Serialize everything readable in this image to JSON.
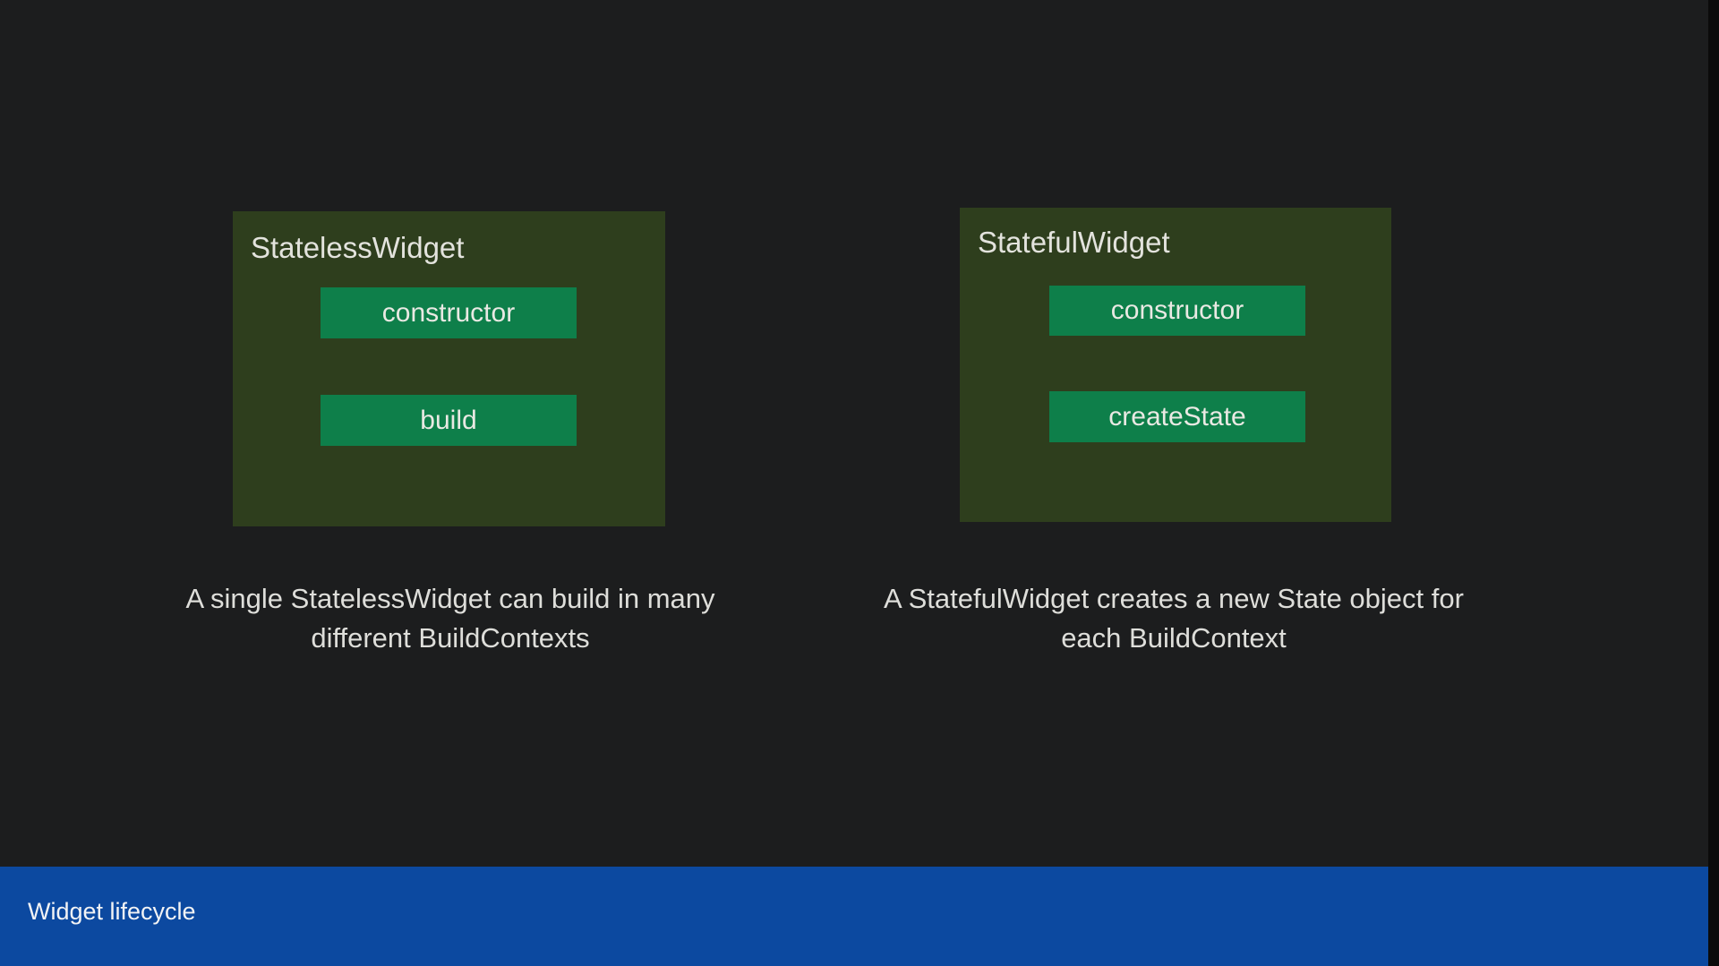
{
  "slide": {
    "background_color": "#1c1d1e",
    "footer": {
      "title": "Widget lifecycle",
      "background_color": "#0c49a0",
      "text_color": "#f2f3f5"
    }
  },
  "diagram": {
    "type": "flowchart",
    "panel_color": "#2e3e1d",
    "node_color": "#0e7f4a",
    "connector_color": "#bfbfb8",
    "panels": [
      {
        "id": "stateless",
        "title": "StatelessWidget",
        "nodes": [
          {
            "id": "constructor",
            "label": "constructor"
          },
          {
            "id": "build",
            "label": "build"
          }
        ],
        "edges": [
          {
            "from": "constructor",
            "to": "build",
            "kind": "down-arrow"
          },
          {
            "from": "build",
            "to": "build",
            "kind": "self-loop"
          }
        ],
        "caption": "A single StatelessWidget can build in many different BuildContexts"
      },
      {
        "id": "stateful",
        "title": "StatefulWidget",
        "nodes": [
          {
            "id": "constructor",
            "label": "constructor"
          },
          {
            "id": "createState",
            "label": "createState"
          }
        ],
        "edges": [
          {
            "from": "constructor",
            "to": "createState",
            "kind": "down-arrow"
          },
          {
            "from": "createState",
            "to": "createState",
            "kind": "self-loop"
          }
        ],
        "caption": "A StatefulWidget creates a new State object for each BuildContext"
      }
    ]
  }
}
